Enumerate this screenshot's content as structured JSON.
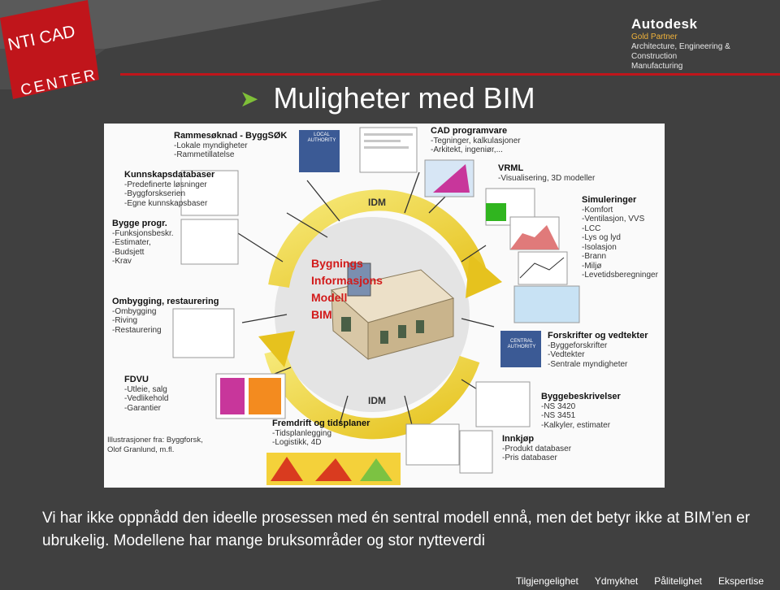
{
  "logo": {
    "line1": "NTI CAD",
    "line2": "CENTER"
  },
  "partner": {
    "brand": "Autodesk",
    "level": "Gold Partner",
    "fields": "Architecture, Engineering & Construction",
    "field2": "Manufacturing"
  },
  "title": "Muligheter med BIM",
  "figure": {
    "labels": {
      "rammesoknad": {
        "head": "Rammesøknad - ByggSØK",
        "items": [
          "-Lokale myndigheter",
          "-Rammetillatelse"
        ]
      },
      "cad": {
        "head": "CAD programvare",
        "items": [
          "-Tegninger, kalkulasjoner",
          "-Arkitekt, ingeniør,..."
        ]
      },
      "kunnskap": {
        "head": "Kunnskapsdatabaser",
        "items": [
          "-Predefinerte løsninger",
          "-Byggforskserien",
          "-Egne kunnskapsbaser"
        ]
      },
      "vrml": {
        "head": "VRML",
        "items": [
          "-Visualisering, 3D modeller"
        ]
      },
      "bygge": {
        "head": "Bygge progr.",
        "items": [
          "-Funksjonsbeskr.",
          "-Estimater,",
          "-Budsjett",
          "-Krav"
        ]
      },
      "simulering": {
        "head": "Simuleringer",
        "items": [
          "-Komfort",
          "-Ventilasjon, VVS",
          "-LCC",
          "-Lys og lyd",
          "-Isolasjon",
          "-Brann",
          "-Miljø",
          "-Levetidsberegninger"
        ]
      },
      "ombygging": {
        "head": "Ombygging, restaurering",
        "items": [
          "-Ombygging",
          "-Riving",
          "-Restaurering"
        ]
      },
      "forskrifter": {
        "head": "Forskrifter og vedtekter",
        "items": [
          "-Byggeforskrifter",
          "-Vedtekter",
          "-Sentrale myndigheter"
        ]
      },
      "fdvu": {
        "head": "FDVU",
        "items": [
          "-Utleie, salg",
          "-Vedlikehold",
          "-Garantier"
        ]
      },
      "byggebeskrivelser": {
        "head": "Byggebeskrivelser",
        "items": [
          "-NS 3420",
          "-NS 3451",
          "-Kalkyler, estimater"
        ]
      },
      "fremdrift": {
        "head": "Fremdrift og tidsplaner",
        "items": [
          "-Tidsplanlegging",
          "-Logistikk, 4D"
        ]
      },
      "innkjop": {
        "head": "Innkjøp",
        "items": [
          "-Produkt databaser",
          "-Pris databaser"
        ]
      }
    },
    "credit": [
      "Illustrasjoner fra: Byggforsk,",
      "Olof Granlund, m.fl."
    ],
    "bim": [
      "Bygnings",
      "Informasjons",
      "Modell",
      "BIM"
    ],
    "idm_top": "IDM",
    "idm_bottom": "IDM",
    "local_authority": [
      "LOCAL",
      "AUTHORITY"
    ],
    "central_authority": [
      "CENTRAL",
      "AUTHORITY"
    ]
  },
  "body": "Vi har ikke oppnådd den ideelle prosessen med én sentral modell ennå, men det betyr ikke at BIM’en er ubrukelig. Modellene har mange bruksområder og stor nytteverdi",
  "footer": [
    "Tilgjengelighet",
    "Ydmykhet",
    "Pålitelighet",
    "Ekspertise"
  ],
  "colors": {
    "accent_red": "#c0151b",
    "arrow_green": "#7fbf38",
    "cycle_yellow": "#f2dc3d",
    "background": "#404040"
  }
}
